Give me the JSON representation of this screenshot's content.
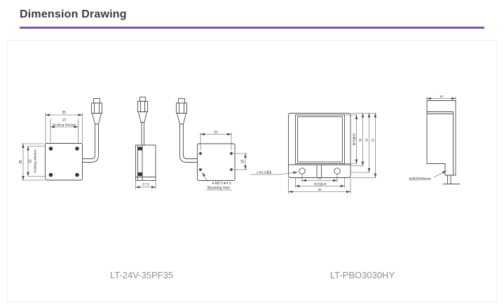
{
  "colors": {
    "accent": "#7a57a5",
    "drawing_line": "#4a4a4a",
    "caption_text": "#8a9096",
    "title_text": "#3c3c3c"
  },
  "header": {
    "title": "Dimension Drawing"
  },
  "captions": {
    "left": "LT-24V-35PF35",
    "right": "LT-PBO3030HY"
  },
  "lt24v": {
    "front": {
      "width_outer": "35",
      "width_inner": "27",
      "window_top": "Emitting Window",
      "height_outer": "35",
      "height_inner": "32",
      "window_left": "Emitting Window"
    },
    "side": {
      "depth": "17.2"
    },
    "rear": {
      "hole_span": "31",
      "hole_rise": "15",
      "note1": "4-M2.5▼4.5",
      "note2": "Mounting Hole"
    }
  },
  "ltpbo": {
    "front": {
      "right1": "发光面28",
      "right2": "30",
      "right3": "34",
      "right4": "37",
      "bottom1": "20",
      "bottom2": "发光面28",
      "bottom3": "36",
      "hole_note": "2-Φ3.5通孔"
    },
    "side": {
      "width": "18",
      "cable_note": "出线长800mm"
    }
  }
}
